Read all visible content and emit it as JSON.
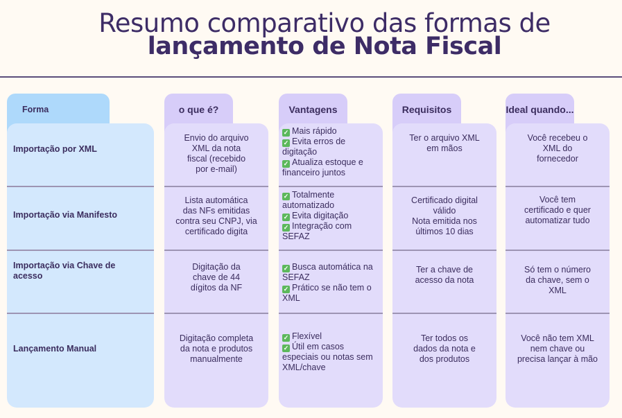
{
  "title": {
    "line1": "Resumo comparativo das formas de",
    "line2": "lançamento de Nota Fiscal"
  },
  "headers": {
    "forma": "Forma",
    "oque": "o que é?",
    "vantagens": "Vantagens",
    "requisitos": "Requisitos",
    "ideal": "Ideal quando..."
  },
  "rows": [
    {
      "forma": "Importação por XML",
      "oque": "Envio do arquivo\nXML da nota\nfiscal (recebido\npor e-mail)",
      "vantagens": [
        "Mais rápido",
        "Evita erros de digitação",
        "Atualiza estoque e financeiro juntos"
      ],
      "requisitos": "Ter o arquivo XML\nem mãos",
      "ideal": "Você recebeu o\nXML do\nfornecedor"
    },
    {
      "forma": "Importação via Manifesto",
      "oque": "Lista automática\ndas NFs emitidas\ncontra seu CNPJ, via\ncertificado digita",
      "vantagens": [
        "Totalmente automatizado",
        "Evita digitação",
        "Integração com SEFAZ"
      ],
      "requisitos": "Certificado digital\nválido\nNota emitida nos\núltimos 10 dias",
      "ideal": "Você tem\ncertificado e quer\nautomatizar tudo"
    },
    {
      "forma": "Importação via Chave de\nacesso",
      "oque": "Digitação da\nchave de 44\ndígitos da NF",
      "vantagens": [
        "Busca automática na SEFAZ",
        "Prático se não tem o XML"
      ],
      "requisitos": "Ter a chave de\nacesso da nota",
      "ideal": "Só tem o número\nda chave, sem o\nXML"
    },
    {
      "forma": "Lançamento Manual",
      "oque": "Digitação completa\nda nota e produtos\nmanualmente",
      "vantagens": [
        "Flexível",
        "Útil em casos especiais ou notas sem XML/chave"
      ],
      "requisitos": "Ter todos os\ndados da nota e\ndos produtos",
      "ideal": "Você não tem XML\nnem chave ou\nprecisa lançar à mão"
    }
  ]
}
